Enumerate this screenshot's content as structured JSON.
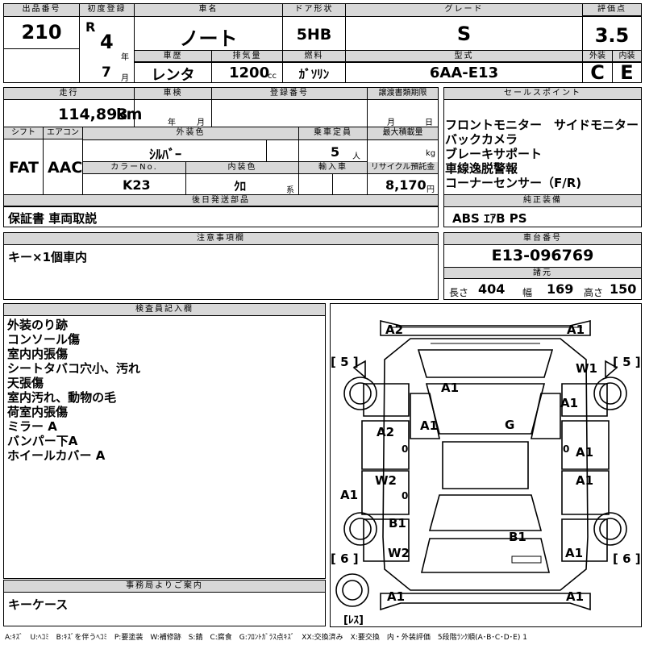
{
  "top": {
    "lot_label": "出品番号",
    "lot_value": "210",
    "first_reg_label": "初度登録",
    "era": "R",
    "year_value": "4",
    "year_unit": "年",
    "month_value": "7",
    "month_unit": "月",
    "car_name_label": "車名",
    "car_name": "ノート",
    "door_label": "ドア形状",
    "door_value": "5HB",
    "grade_label": "グレード",
    "grade_value": "S",
    "score_label": "評価点",
    "score_value": "3.5",
    "history_label": "車歴",
    "history_value": "レンタ",
    "disp_label": "排気量",
    "disp_value": "1200",
    "disp_unit": "cc",
    "fuel_label": "燃料",
    "fuel_value": "ｶﾞｿﾘﾝ",
    "model_label": "型式",
    "model_value": "6AA-E13",
    "ext_label": "外装",
    "ext_value": "C",
    "int_label": "内装",
    "int_value": "E"
  },
  "mid": {
    "mileage_label": "走行",
    "mileage_value": "114,893",
    "mileage_unit": "km",
    "inspection_label": "車検",
    "year_unit": "年",
    "month_unit": "月",
    "reg_label": "登録番号",
    "transfer_label": "譲渡書類期限",
    "month_only": "月",
    "day_unit": "日",
    "shift_label": "シフト",
    "shift_value": "FAT",
    "ac_label": "エアコン",
    "ac_value": "AAC",
    "color_label": "外装色",
    "color_value": "ｼﾙﾊﾞｰ",
    "capacity_label": "乗車定員",
    "capacity_value": "5",
    "capacity_unit": "人",
    "load_label": "最大積載量",
    "load_unit": "kg",
    "color_no_label": "カラーNo.",
    "color_no_value": "K23",
    "int_color_label": "内装色",
    "int_color_value": "ｸﾛ",
    "int_color_unit": "系",
    "import_label": "輸入車",
    "recycle_label": "リサイクル預託金",
    "recycle_value": "8,170",
    "recycle_unit": "円",
    "later_label": "後日発送部品",
    "later_value": "保証書 車両取説"
  },
  "sales": {
    "label": "セールスポイント",
    "lines": [
      "フロントモニター　サイドモニター",
      "バックカメラ",
      "ブレーキサポート",
      "車線逸脱警報",
      "コーナーセンサー（F/R)"
    ]
  },
  "equipment": {
    "label": "純正装備",
    "value": "ABS ｴｱB PS"
  },
  "notes": {
    "label": "注意事項欄",
    "value": "キー×1個車内"
  },
  "chassis": {
    "label": "車台番号",
    "value": "E13-096769"
  },
  "specs": {
    "label": "諸元",
    "length_label": "長さ",
    "length_value": "404",
    "width_label": "幅",
    "width_value": "169",
    "height_label": "高さ",
    "height_value": "150"
  },
  "inspector": {
    "label": "検査員記入欄",
    "lines": [
      "外装のり跡",
      "コンソール傷",
      "室内内張傷",
      "シートタバコ穴小、汚れ",
      "天張傷",
      "室内汚れ、動物の毛",
      "荷室内張傷",
      "ミラー A",
      "バンパー下A",
      "ホイールカバー A"
    ]
  },
  "office": {
    "label": "事務局よりご案内",
    "value": "キーケース"
  },
  "diagram": {
    "tire_fl": "[ 5 ]",
    "tire_fr": "[ 5 ]",
    "tire_rl": "[ 6 ]",
    "tire_rr": "[ 6 ]",
    "spare": "[ﾚｽ]",
    "marks": {
      "front_bumper_left": "A2",
      "front_bumper_right": "A1",
      "front_right_fender": "W1",
      "hood_center": "A1",
      "right_front_pillar": "A1",
      "windshield_left": "A1",
      "windshield": "G",
      "left_front_door": "A2",
      "left_front_door_sub": "0",
      "right_front_door": "A1",
      "right_front_door_sub": "0",
      "left_rear_door": "W2",
      "left_rear_door_sub": "0",
      "right_rear_door": "A1",
      "left_rocker": "A1",
      "left_rear_quarter": "B1",
      "roof_rear": "B1",
      "left_rear_fender": "W2",
      "right_rear_fender": "A1",
      "rear_bumper_left": "A1",
      "rear_bumper_right": "A1"
    }
  },
  "legend": "A:ｷｽﾞ　U:ﾍｺﾐ　B:ｷｽﾞを伴うﾍｺﾐ　P:要塗装　W:補修跡　S:錆　C:腐食　G:ﾌﾛﾝﾄｶﾞﾗｽ点ｷｽﾞ　XX:交換済み　X:要交換　内・外装評価　5段階ﾗﾝｸ順(A･B･C･D･E) 1"
}
